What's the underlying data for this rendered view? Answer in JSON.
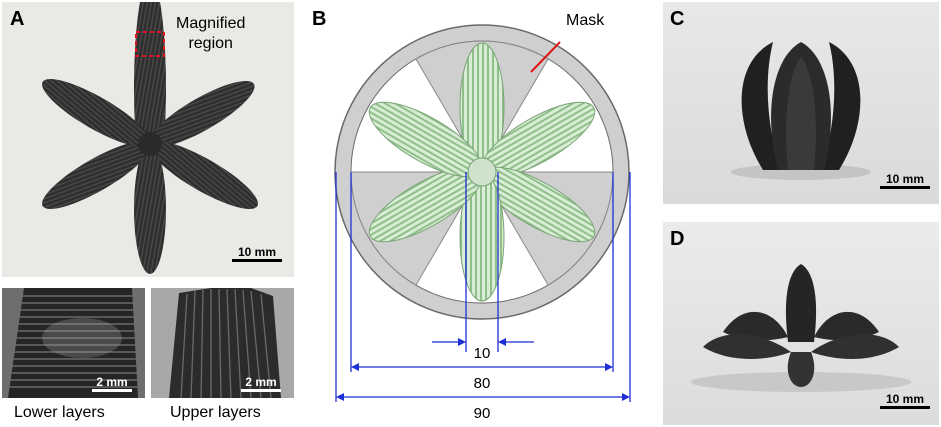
{
  "panels": {
    "A": {
      "letter": "A",
      "annotation": "Magnified\nregion",
      "scale": "10 mm",
      "insets": [
        {
          "scale": "2 mm",
          "caption": "Lower layers"
        },
        {
          "scale": "2 mm",
          "caption": "Upper layers"
        }
      ]
    },
    "B": {
      "letter": "B",
      "mask_label": "Mask",
      "dims": [
        "10",
        "80",
        "90"
      ]
    },
    "C": {
      "letter": "C",
      "scale": "10 mm"
    },
    "D": {
      "letter": "D",
      "scale": "10 mm"
    }
  },
  "colors": {
    "print": "#2c2c2c",
    "mask": "#cfcfcf",
    "mask_stroke": "#6a6a6a",
    "hatch": "#9cc99c",
    "dim_line": "#1f2fd6",
    "annot": "#e0141c"
  }
}
